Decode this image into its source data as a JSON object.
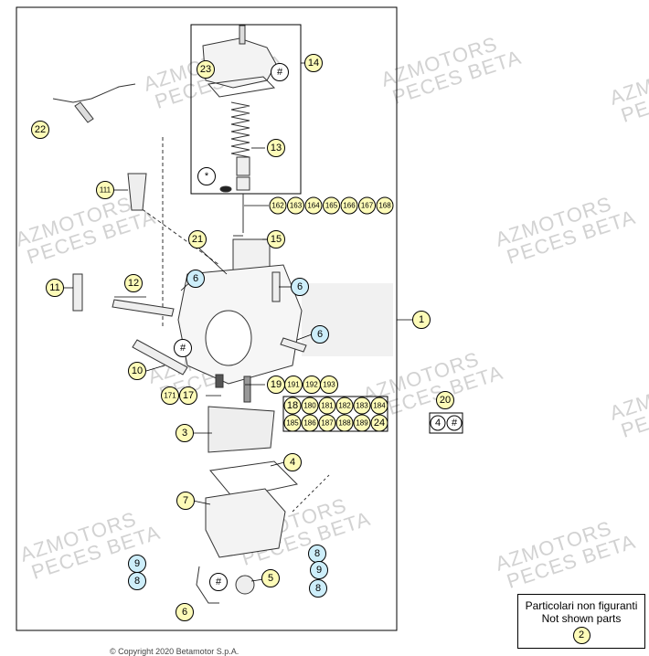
{
  "colors": {
    "callout_yellow": "#fdfbb8",
    "callout_blue": "#cdeefa",
    "stroke": "#000000",
    "part_line": "#555555",
    "watermark": "#d2d2d2"
  },
  "callouts": [
    {
      "id": "c1",
      "label": "1",
      "color": "yellow"
    },
    {
      "id": "c14",
      "label": "14",
      "color": "yellow"
    },
    {
      "id": "c23",
      "label": "23",
      "color": "yellow"
    },
    {
      "id": "c22",
      "label": "22",
      "color": "yellow"
    },
    {
      "id": "c13",
      "label": "13",
      "color": "yellow"
    },
    {
      "id": "c111",
      "label": "111",
      "color": "yellow"
    },
    {
      "id": "c21",
      "label": "21",
      "color": "yellow"
    },
    {
      "id": "c15",
      "label": "15",
      "color": "yellow"
    },
    {
      "id": "c12",
      "label": "12",
      "color": "yellow"
    },
    {
      "id": "c11",
      "label": "11",
      "color": "yellow"
    },
    {
      "id": "c6a",
      "label": "6",
      "color": "blue"
    },
    {
      "id": "c6b",
      "label": "6",
      "color": "blue"
    },
    {
      "id": "c6c",
      "label": "6",
      "color": "blue"
    },
    {
      "id": "c10",
      "label": "10",
      "color": "yellow"
    },
    {
      "id": "c171",
      "label": "171",
      "color": "yellow"
    },
    {
      "id": "c17",
      "label": "17",
      "color": "yellow"
    },
    {
      "id": "c19",
      "label": "19",
      "color": "yellow"
    },
    {
      "id": "c191",
      "label": "191",
      "color": "yellow"
    },
    {
      "id": "c192",
      "label": "192",
      "color": "yellow"
    },
    {
      "id": "c193",
      "label": "193",
      "color": "yellow"
    },
    {
      "id": "c3",
      "label": "3",
      "color": "yellow"
    },
    {
      "id": "c4",
      "label": "4",
      "color": "yellow"
    },
    {
      "id": "c7",
      "label": "7",
      "color": "yellow"
    },
    {
      "id": "c9a",
      "label": "9",
      "color": "blue"
    },
    {
      "id": "c8a",
      "label": "8",
      "color": "blue"
    },
    {
      "id": "c8b",
      "label": "8",
      "color": "blue"
    },
    {
      "id": "c9b",
      "label": "9",
      "color": "blue"
    },
    {
      "id": "c8c",
      "label": "8",
      "color": "blue"
    },
    {
      "id": "c5",
      "label": "5",
      "color": "yellow"
    },
    {
      "id": "c6d",
      "label": "6",
      "color": "yellow"
    },
    {
      "id": "c20",
      "label": "20",
      "color": "yellow"
    },
    {
      "id": "cg4",
      "label": "4",
      "color": "white"
    },
    {
      "id": "cg_hash",
      "label": "#",
      "color": "white"
    },
    {
      "id": "ch1",
      "label": "#",
      "color": "white"
    },
    {
      "id": "ch2",
      "label": "#",
      "color": "white"
    },
    {
      "id": "ch3",
      "label": "#",
      "color": "white"
    },
    {
      "id": "cstar",
      "label": "*",
      "color": "white"
    }
  ],
  "callout_row_top": [
    "162",
    "163",
    "164",
    "165",
    "166",
    "167",
    "168"
  ],
  "callout_grid_row1": [
    "18",
    "180",
    "181",
    "182",
    "183",
    "184"
  ],
  "callout_grid_row2": [
    "185",
    "186",
    "187",
    "188",
    "189",
    "24"
  ],
  "watermark": {
    "line1": "AZMOTORS",
    "line2": "PECES BETA"
  },
  "legend": {
    "line1": "Particolari non figuranti",
    "line2": "Not shown parts",
    "badge": "2"
  },
  "caption": "© Copyright 2020 Betamotor S.p.A."
}
